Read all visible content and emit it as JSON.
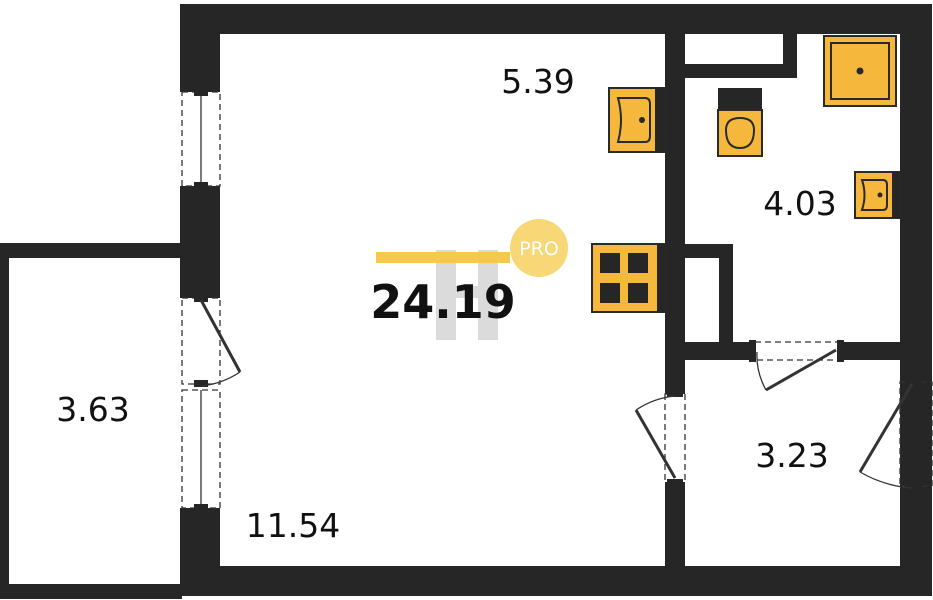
{
  "plan": {
    "total_area": "24.19",
    "badge": "PRO",
    "rooms": {
      "kitchen": "5.39",
      "bathroom": "4.03",
      "balcony": "3.63",
      "living": "11.54",
      "hall": "3.23"
    }
  },
  "colors": {
    "wall": "#262626",
    "fixture": "#F5B83D",
    "fixture_stroke": "#2a2a2a",
    "accent": "#F7C94A",
    "badge_fill": "#F8D776",
    "badge_text": "#FFFFFF",
    "watermark": "#C9C9C9",
    "door_line": "#333333"
  },
  "icons": [
    "sink-icon",
    "toilet-icon",
    "shower-tray-icon",
    "stove-icon",
    "door-swing-icon",
    "window-icon"
  ]
}
